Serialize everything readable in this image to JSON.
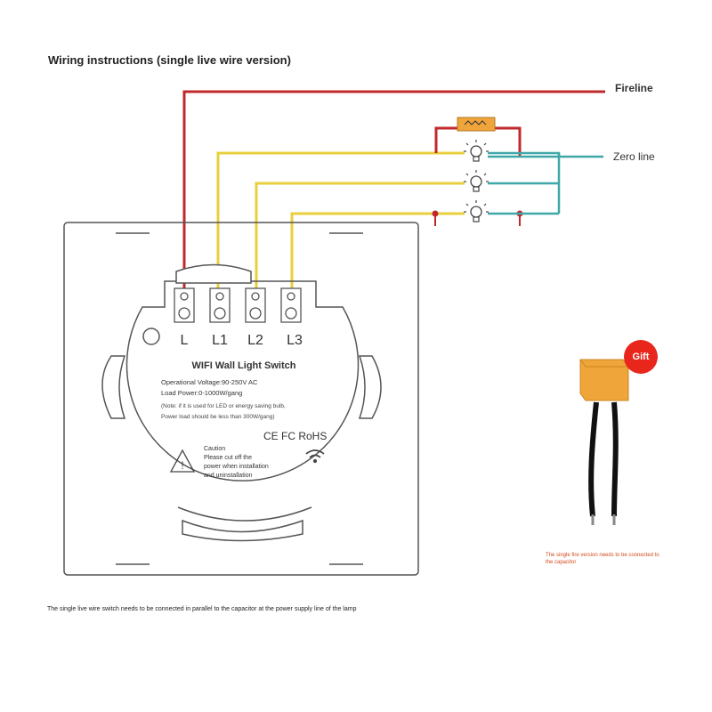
{
  "title": "Wiring instructions (single live wire version)",
  "labels": {
    "fireline": "Fireline",
    "zero_line": "Zero line"
  },
  "switch": {
    "terminals": [
      "L",
      "L1",
      "L2",
      "L3"
    ],
    "product_name": "WIFI Wall Light Switch",
    "voltage": "Operational Voltage:90-250V AC",
    "load": "Load Power:0-1000W/gang",
    "note_line1": "(Note: if it is used for LED or energy saving bulb,",
    "note_line2": "Power load should be less than 300W/gang)",
    "certifications": "CE FC RoHS",
    "caution_title": "Caution",
    "caution_line1": "Please cut off the",
    "caution_line2": "power when installation",
    "caution_line3": "and uninstallation"
  },
  "gift": {
    "badge": "Gift",
    "note": "The single fire version needs to be connected to the capacitor"
  },
  "footer": "The single live wire switch needs to be connected in parallel to the capacitor at the power supply line of the lamp",
  "colors": {
    "live_wire": "#c0282c",
    "switched_wire": "#e9cf3c",
    "neutral_wire": "#3fa7a8",
    "capacitor": "#f0a53a",
    "gift_badge": "#e8261c"
  }
}
